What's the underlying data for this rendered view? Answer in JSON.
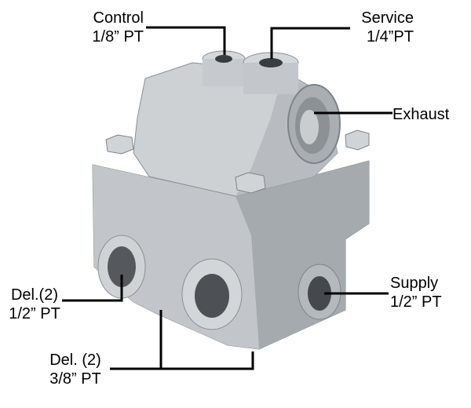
{
  "labels": {
    "control": {
      "name": "Control",
      "size": "1/8” PT"
    },
    "service": {
      "name": "Service",
      "size": "1/4”PT"
    },
    "exhaust": {
      "name": "Exhaust"
    },
    "supply": {
      "name": "Supply",
      "size": "1/2” PT"
    },
    "delivery_half": {
      "name": "Del.(2)",
      "size": "1/2” PT"
    },
    "delivery_three_eighths": {
      "name": "Del. (2)",
      "size": "3/8” PT"
    }
  },
  "colors": {
    "background": "#ffffff",
    "leader_line": "#000000",
    "body_light": "#c9cdd0",
    "body_mid": "#aeb3b7",
    "body_dark": "#7e8388",
    "port_hole": "#3a3d40"
  }
}
